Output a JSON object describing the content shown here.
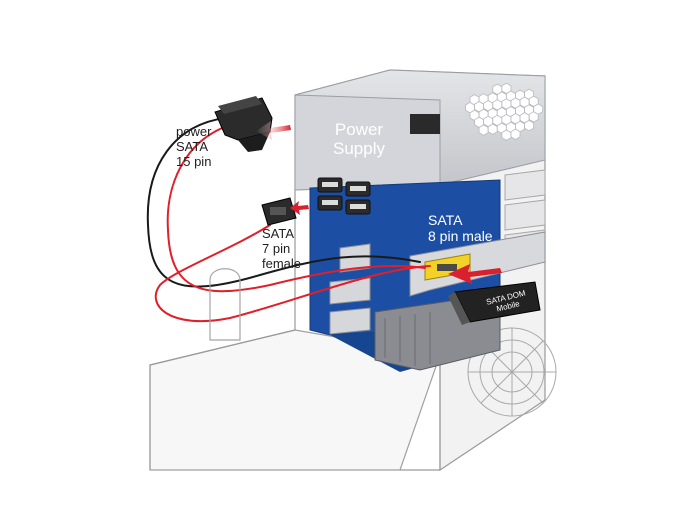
{
  "labels": {
    "power_supply_line1": "Power",
    "power_supply_line2": "Supply",
    "power_sata_line1": "power",
    "power_sata_line2": "SATA",
    "power_sata_line3": "15 pin",
    "sata7_line1": "SATA",
    "sata7_line2": "7 pin",
    "sata7_line3": "female",
    "sata8_line1": "SATA",
    "sata8_line2": "8 pin male",
    "dom_line1": "SATA DOM",
    "dom_line2": "Mobile"
  },
  "colors": {
    "board": "#1c4fa3",
    "psu": "#cfd1d6",
    "cable_red": "#e01f2b",
    "cable_black": "#1a1a1a",
    "port_yellow": "#f3d227",
    "arrow_red": "#d9202e"
  }
}
